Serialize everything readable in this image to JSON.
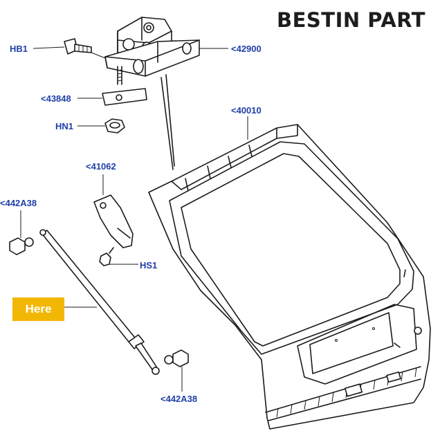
{
  "brand": {
    "logo_text": "BESTIN PART"
  },
  "badge": {
    "label": "Here"
  },
  "callouts": {
    "hb1": "HB1",
    "p42900": "<42900",
    "p43848": "<43848",
    "hn1": "HN1",
    "p40010": "<40010",
    "p41062": "<41062",
    "p442a38_top": "<442A38",
    "hs1": "HS1",
    "p442a38_bottom": "<442A38"
  },
  "colors": {
    "callout_text": "#1f3fa8",
    "badge_bg": "#f2b705",
    "badge_text": "#ffffff",
    "line_art": "#1a1a1a"
  }
}
